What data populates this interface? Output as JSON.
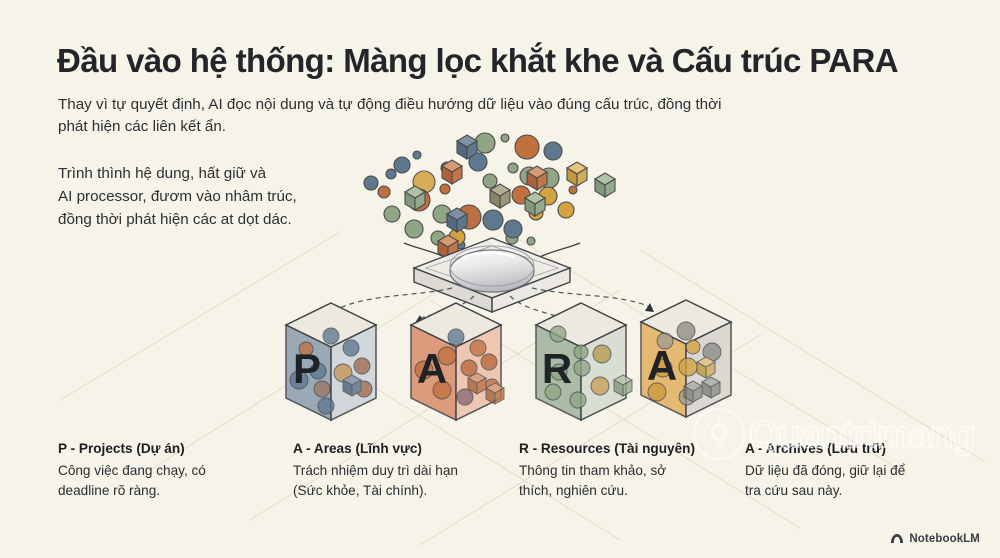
{
  "slide": {
    "background_color": "#f6f3e8",
    "title": "Đầu vào hệ thống: Màng lọc khắt khe và Cấu trúc PARA",
    "subtitle_lines": [
      "Thay vì tự quyết định, AI đọc nội dung và tự động điều hướng dữ liệu vào đúng cấu trúc, đồng thời",
      "phát hiện các liên kết ẩn."
    ],
    "body_lines": [
      "Trình thình hệ dung, hất giữ và",
      "AI processor, đươm vào nhâm trúc,",
      "đồng thời phát hiện các at dọt dác."
    ]
  },
  "figure": {
    "filter_label": "filter-lens-tray",
    "particle_colors": {
      "slate": "#5f7890",
      "terracotta": "#c1713f",
      "sage": "#8fa584",
      "gold": "#d3a33f"
    },
    "cubes": [
      {
        "letter": "P",
        "face_color": "#8d9fb0",
        "name": "cube-projects"
      },
      {
        "letter": "A",
        "face_color": "#d98f6b",
        "name": "cube-areas"
      },
      {
        "letter": "R",
        "face_color": "#9fb29b",
        "name": "cube-resources"
      },
      {
        "letter": "A",
        "face_color": "#e3b261",
        "name": "cube-archives"
      }
    ]
  },
  "captions": [
    {
      "title": "P - Projects (Dự án)",
      "body_lines": [
        "Công việc đang chạy, có",
        "deadline rõ ràng."
      ]
    },
    {
      "title": "A - Areas (Lĩnh vực)",
      "body_lines": [
        "Trách nhiệm duy trì dài hạn",
        "(Sức khỏe, Tài chính)."
      ]
    },
    {
      "title": "R - Resources (Tài nguyên)",
      "body_lines": [
        "Thông tin tham khảo, sở",
        "thích, nghiên cứu."
      ]
    },
    {
      "title": "A - Archives (Lưu trữ)",
      "body_lines": [
        "Dữ liệu đã đóng, giữ lại để",
        "tra cứu sau này."
      ]
    }
  ],
  "watermark": {
    "text": "Quantrimang",
    "icon": "lightbulb-icon"
  },
  "badge": {
    "text": "NotebookLM",
    "icon": "notebooklm-icon"
  }
}
